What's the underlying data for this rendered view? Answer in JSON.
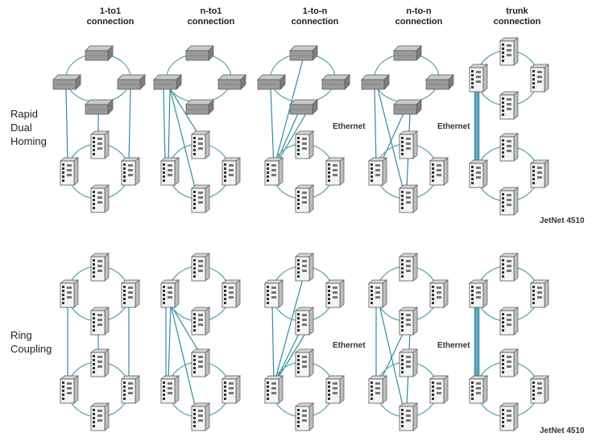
{
  "columns": [
    {
      "line1": "1-to1",
      "line2": "connection"
    },
    {
      "line1": "n-to1",
      "line2": "connection"
    },
    {
      "line1": "1-to-n",
      "line2": "connection"
    },
    {
      "line1": "n-to-n",
      "line2": "connection"
    },
    {
      "line1": "trunk",
      "line2": "connection"
    }
  ],
  "rows": {
    "rapid_dual_homing": {
      "line1": "Rapid",
      "line2": "Dual",
      "line3": "Homing"
    },
    "ring_coupling": {
      "line1": "Ring",
      "line2": "Coupling"
    }
  },
  "annotations": {
    "ethernet": "Ethernet",
    "device_model": "JetNet 4510"
  },
  "colors": {
    "link": "#2f8ba1",
    "ring": "#5aa6b6",
    "device_body": "#f4f4f4",
    "device_outline": "#555555",
    "router_body": "#9a9a9a"
  }
}
